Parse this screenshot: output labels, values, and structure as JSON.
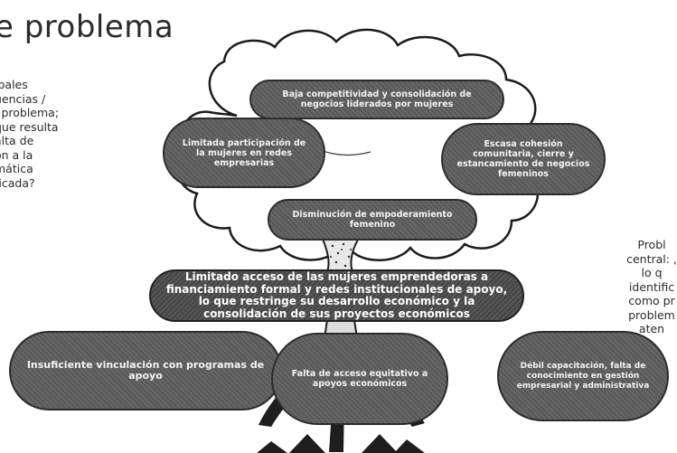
{
  "title": "e problema",
  "left_text": [
    "ipales",
    "uencias /",
    "l problema;",
    "que resulta",
    "alta de",
    "ón a la",
    "mática",
    "ficada?"
  ],
  "right_text": [
    "Probl",
    "central: ,",
    "lo q",
    "identific",
    "como pr",
    "problem",
    "aten"
  ],
  "effects": {
    "top": "Baja competitividad y consolidación de negocios liderados por mujeres",
    "left": "Limitada participación de la mujeres en redes empresarias",
    "right": "Escasa cohesión comunitaria, cierre y estancamiento de negocios femeninos",
    "middle": "Disminución de empoderamiento femenino"
  },
  "central_problem": "Limitado acceso de las mujeres emprendedoras a financiamiento formal y redes institucionales de apoyo, lo que restringe su desarrollo económico y la consolidación de sus proyectos económicos",
  "causes": {
    "left": "Insuficiente vinculación con programas de apoyo",
    "middle": "Falta de acceso equitativo a apoyos económicos",
    "right": "Débil capacitación, falta de conocimiento en gestión empresarial y administrativa"
  }
}
